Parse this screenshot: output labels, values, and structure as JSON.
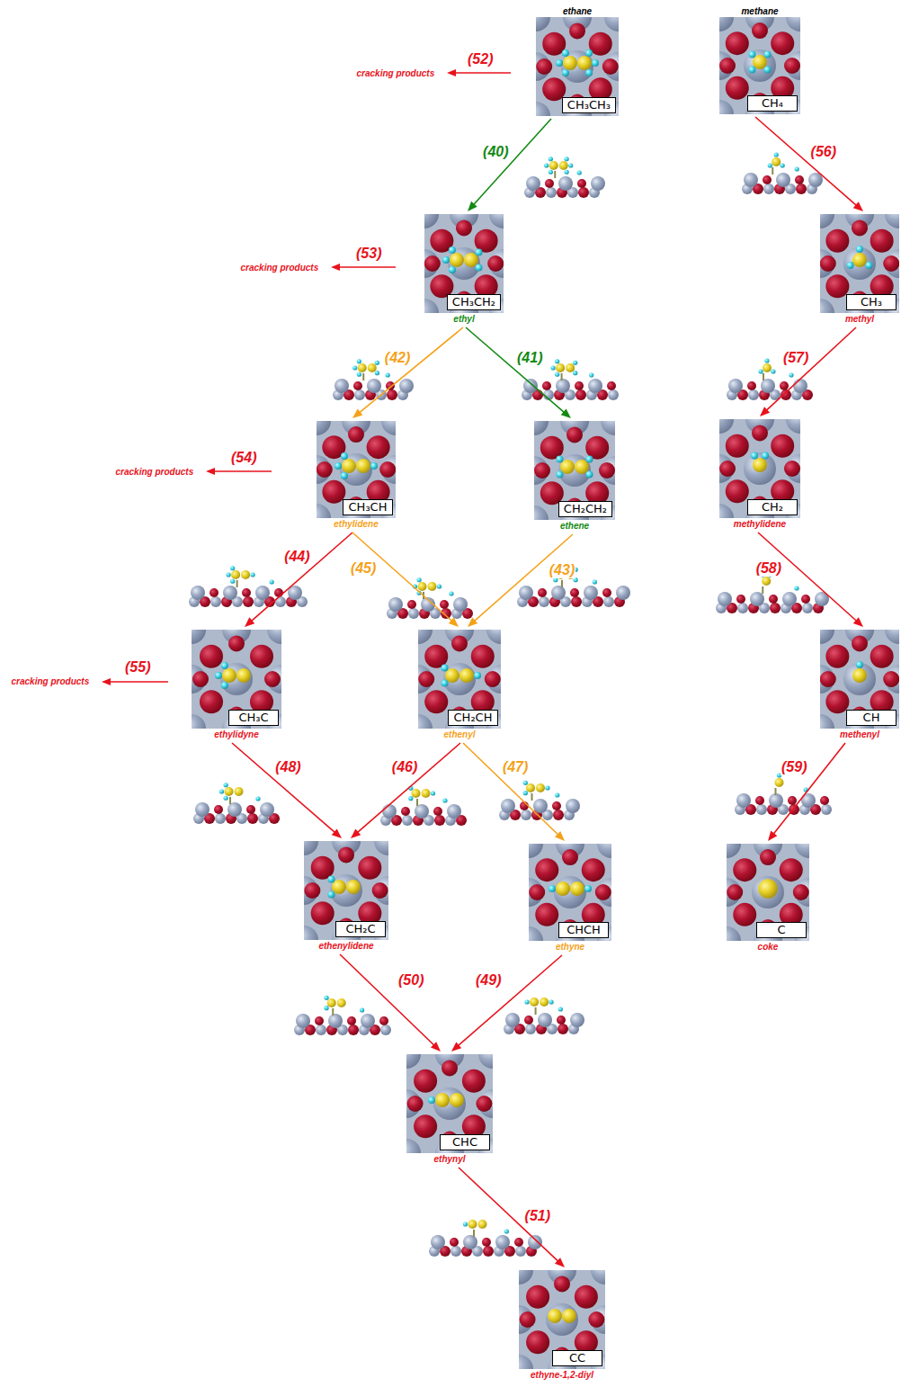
{
  "diagram": {
    "nodes": [
      {
        "text": [
          "ethane",
          "CH₃CH₃"
        ]
      },
      {
        "text": [
          "methane",
          "CH₄"
        ]
      },
      {
        "text": [
          "CH₃CH₂",
          "ethyl"
        ]
      },
      {
        "text": [
          "CH₃",
          "methyl"
        ]
      },
      {
        "text": [
          "CH₃CH",
          "ethylidene"
        ]
      },
      {
        "text": [
          "CH₂CH₂",
          "ethene"
        ]
      },
      {
        "text": [
          "CH₂",
          "methylidene"
        ]
      },
      {
        "text": [
          "CH₃C",
          "ethylidyne"
        ]
      },
      {
        "text": [
          "CH₂CH",
          "ethenyl"
        ]
      },
      {
        "text": [
          "CH",
          "methenyl"
        ]
      },
      {
        "text": [
          "CH₂C",
          "ethenylidene"
        ]
      },
      {
        "text": [
          "CHCH",
          "ethyne"
        ]
      },
      {
        "text": [
          "C",
          "coke"
        ]
      },
      {
        "text": [
          "CHC",
          "ethynyl"
        ]
      },
      {
        "text": [
          "CC",
          "ethyne-1,2-diyl"
        ]
      }
    ],
    "edges": [
      {
        "from": 0,
        "to": 2,
        "arrow": "to",
        "label": "(40)"
      },
      {
        "from": 1,
        "to": 3,
        "arrow": "to",
        "label": "(56)"
      },
      {
        "from": 2,
        "to": 4,
        "arrow": "to",
        "label": "(42)"
      },
      {
        "from": 2,
        "to": 5,
        "arrow": "to",
        "label": "(41)"
      },
      {
        "from": 3,
        "to": 6,
        "arrow": "to",
        "label": "(57)"
      },
      {
        "from": 4,
        "to": 7,
        "arrow": "to",
        "label": "(44)"
      },
      {
        "from": 4,
        "to": 8,
        "arrow": "to",
        "label": "(45)"
      },
      {
        "from": 5,
        "to": 8,
        "arrow": "to",
        "label": "(43)"
      },
      {
        "from": 6,
        "to": 9,
        "arrow": "to",
        "label": "(58)"
      },
      {
        "from": 7,
        "to": 10,
        "arrow": "to",
        "label": "(48)"
      },
      {
        "from": 8,
        "to": 10,
        "arrow": "to",
        "label": "(46)"
      },
      {
        "from": 8,
        "to": 11,
        "arrow": "to",
        "label": "(47)"
      },
      {
        "from": 9,
        "to": 12,
        "arrow": "to",
        "label": "(59)"
      },
      {
        "from": 10,
        "to": 13,
        "arrow": "to",
        "label": "(50)"
      },
      {
        "from": 11,
        "to": 13,
        "arrow": "to",
        "label": "(49)"
      },
      {
        "from": 13,
        "to": 14,
        "arrow": "to",
        "label": "(51)"
      }
    ],
    "labels": [
      "(52)",
      "cracking products",
      "(53)",
      "cracking products",
      "(54)",
      "cracking products",
      "(55)",
      "cracking products"
    ]
  }
}
